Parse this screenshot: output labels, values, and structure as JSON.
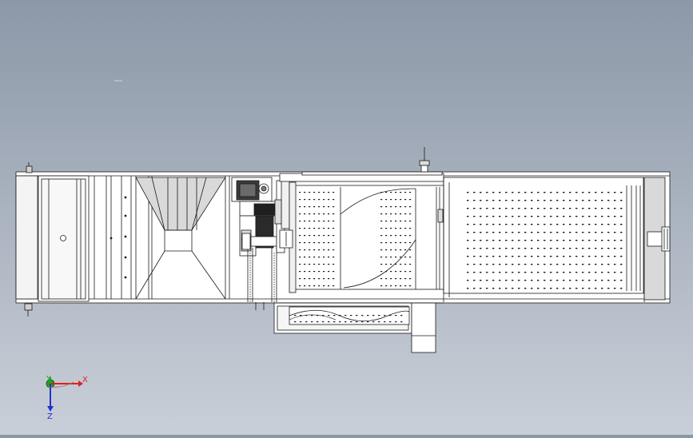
{
  "viewport": {
    "background_top": "#8c98a8",
    "background_bottom": "#c9cfd8"
  },
  "triad": {
    "x_label": "X",
    "y_label": "Y",
    "z_label": "Z",
    "x_color": "#e02020",
    "y_color": "#20a020",
    "z_color": "#2030d0"
  },
  "model": {
    "line_color": "#1a1a1a",
    "fill_color": "#ffffff",
    "shade_color": "#d9d9d9"
  }
}
